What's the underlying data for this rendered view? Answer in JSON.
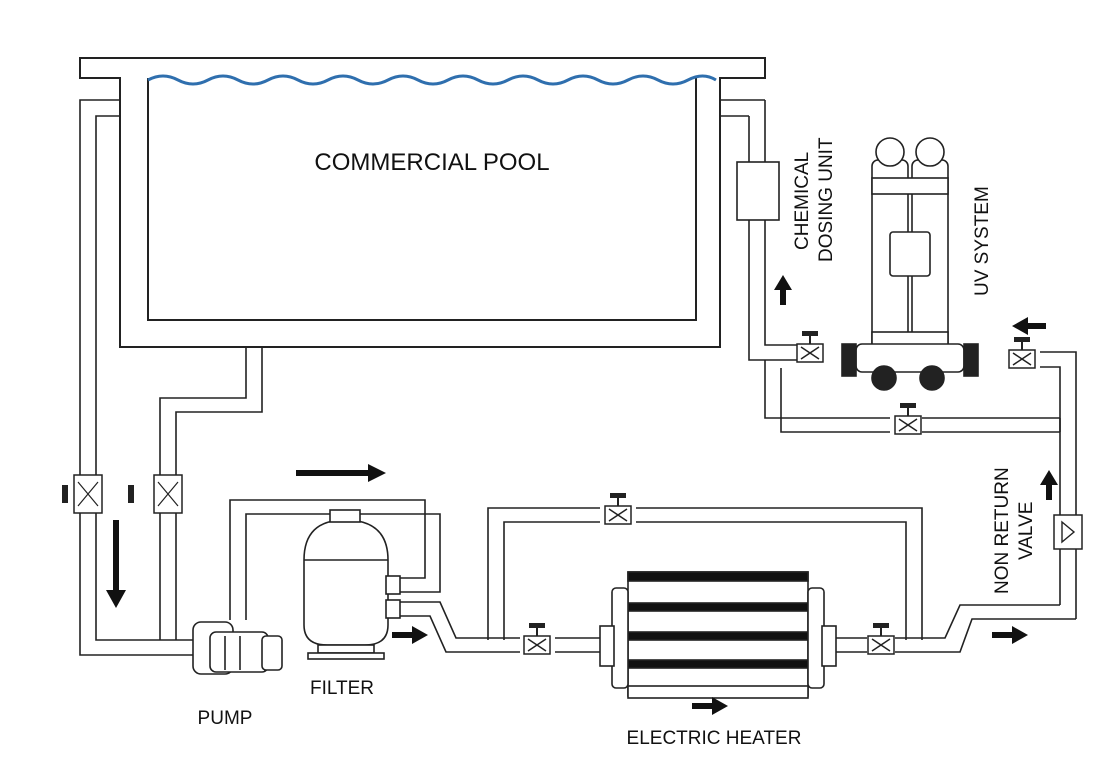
{
  "labels": {
    "pool": "COMMERCIAL POOL",
    "chemical_line1": "CHEMICAL",
    "chemical_line2": "DOSING UNIT",
    "uv": "UV SYSTEM",
    "nrv_line1": "NON RETURN",
    "nrv_line2": "VALVE",
    "filter": "FILTER",
    "pump": "PUMP",
    "heater": "ELECTRIC HEATER"
  },
  "colors": {
    "water": "#2f6fae",
    "line": "#222222",
    "pipe_fill": "#ffffff"
  },
  "icons": {
    "arrow": "solid-arrow",
    "valve": "gate-valve"
  }
}
